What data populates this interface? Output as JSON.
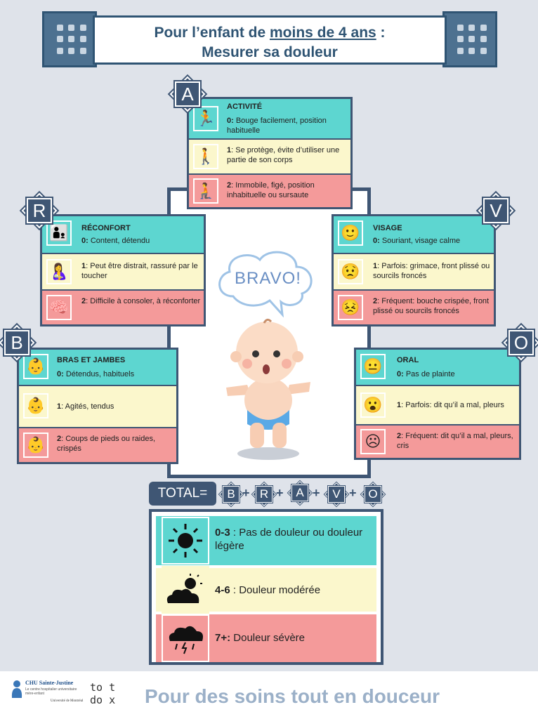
{
  "header": {
    "title_line1_a": "Pour l’enfant de ",
    "title_line1_u": "moins de 4 ans",
    "title_line1_b": " :",
    "title_line2": "Mesurer sa douleur"
  },
  "bravo": "BRAVO!",
  "activite": {
    "badge": "A",
    "title": "ACTIVITÉ",
    "items": [
      {
        "score": "0:",
        "text": "Bouge facilement, position habituelle"
      },
      {
        "score": "1",
        "text": ": Se protège, évite d’utiliser une partie de son corps"
      },
      {
        "score": "2",
        "text": ": Immobile, figé, position inhabituelle ou sursaute"
      }
    ]
  },
  "reconfort": {
    "badge": "R",
    "title": "RÉCONFORT",
    "items": [
      {
        "score": "0:",
        "text": "Content, détendu"
      },
      {
        "score": "1",
        "text": ": Peut être distrait, rassuré par le toucher"
      },
      {
        "score": "2",
        "text": ": Difficile à consoler, à réconforter"
      }
    ]
  },
  "visage": {
    "badge": "V",
    "title": "VISAGE",
    "items": [
      {
        "score": "0:",
        "text": "Souriant, visage calme"
      },
      {
        "score": "1",
        "text": ": Parfois: grimace, front plissé ou sourcils froncés"
      },
      {
        "score": "2",
        "text": ": Fréquent: bouche crispée, front plissé ou sourcils froncés"
      }
    ]
  },
  "bras": {
    "badge": "B",
    "title": "BRAS ET JAMBES",
    "items": [
      {
        "score": "0:",
        "text": "Détendus, habituels"
      },
      {
        "score": "1",
        "text": ": Agités, tendus"
      },
      {
        "score": "2",
        "text": ": Coups de pieds ou raides, crispés"
      }
    ]
  },
  "oral": {
    "badge": "O",
    "title": "ORAL",
    "items": [
      {
        "score": "0:",
        "text": "Pas de plainte"
      },
      {
        "score": "1",
        "text": ": Parfois: dit qu’il a mal, pleurs"
      },
      {
        "score": "2",
        "text": ": Fréquent: dit qu’il a mal, pleurs, cris"
      }
    ]
  },
  "total": {
    "label": "TOTAL=",
    "letters": [
      "B",
      "R",
      "A",
      "V",
      "O"
    ],
    "plus": "+"
  },
  "scale": [
    {
      "range": "0-3",
      "text": " : Pas de douleur ou douleur légère"
    },
    {
      "range": "4-6",
      "text": " : Douleur modérée"
    },
    {
      "range": "7+:",
      "text": " Douleur sévère"
    }
  ],
  "footer": {
    "logo1": "CHU Sainte-Justine",
    "logo1_sub": "Le centre hospitalier universitaire mère-enfant",
    "logo2": "Université de Montréal",
    "logo3_top": "to t",
    "logo3_bottom": "do x",
    "slogan": "Pour des soins tout en douceur"
  },
  "colors": {
    "teal": "#5dd6d0",
    "yellow": "#fbf7cc",
    "red": "#f49a9a",
    "navy": "#3f5674"
  }
}
